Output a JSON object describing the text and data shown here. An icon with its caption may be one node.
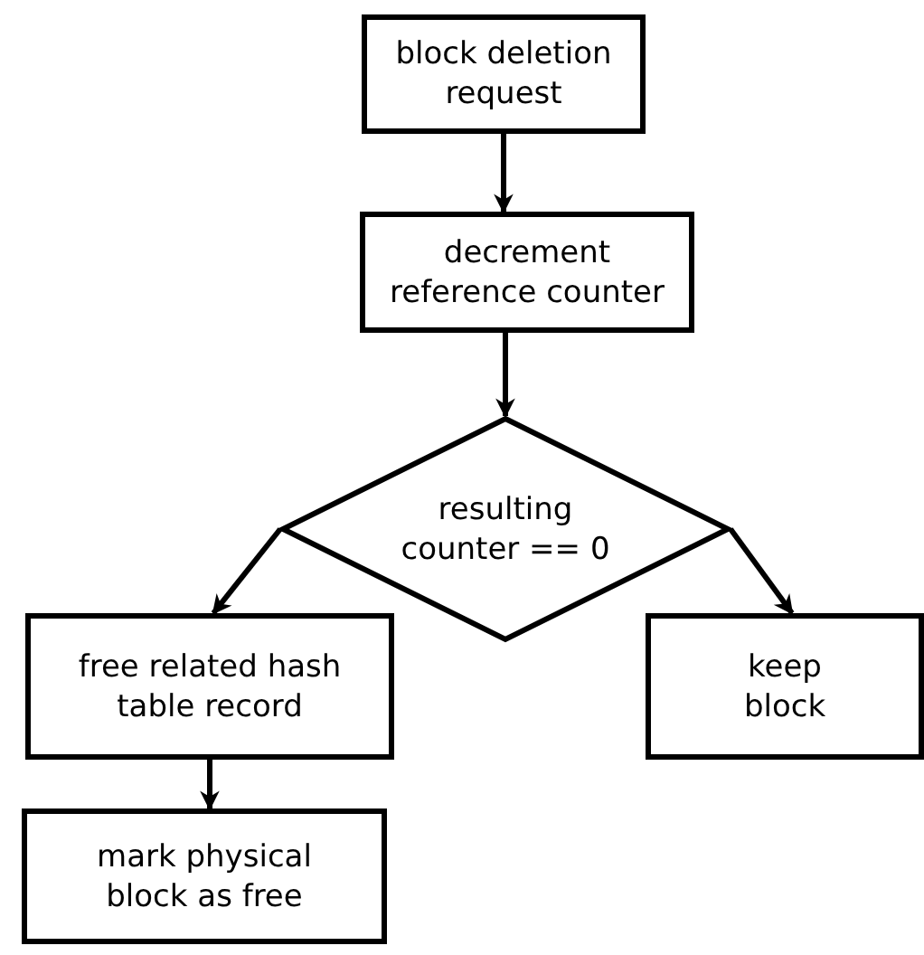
{
  "diagram": {
    "nodes": [
      {
        "text": [
          "block deletion request"
        ]
      },
      {
        "text": [
          "decrement reference counter"
        ]
      },
      {
        "text": [
          "resulting counter == 0"
        ]
      },
      {
        "text": [
          "free related hash table record"
        ]
      },
      {
        "text": [
          "keep block"
        ]
      },
      {
        "text": [
          "mark physical block as free"
        ]
      }
    ],
    "edges": [
      {
        "from": 0,
        "to": 1,
        "arrow": "to"
      },
      {
        "from": 1,
        "to": 2,
        "arrow": "to"
      },
      {
        "from": 2,
        "to": 3,
        "arrow": "to"
      },
      {
        "from": 2,
        "to": 4,
        "arrow": "to"
      },
      {
        "from": 3,
        "to": 5,
        "arrow": "to"
      }
    ]
  }
}
